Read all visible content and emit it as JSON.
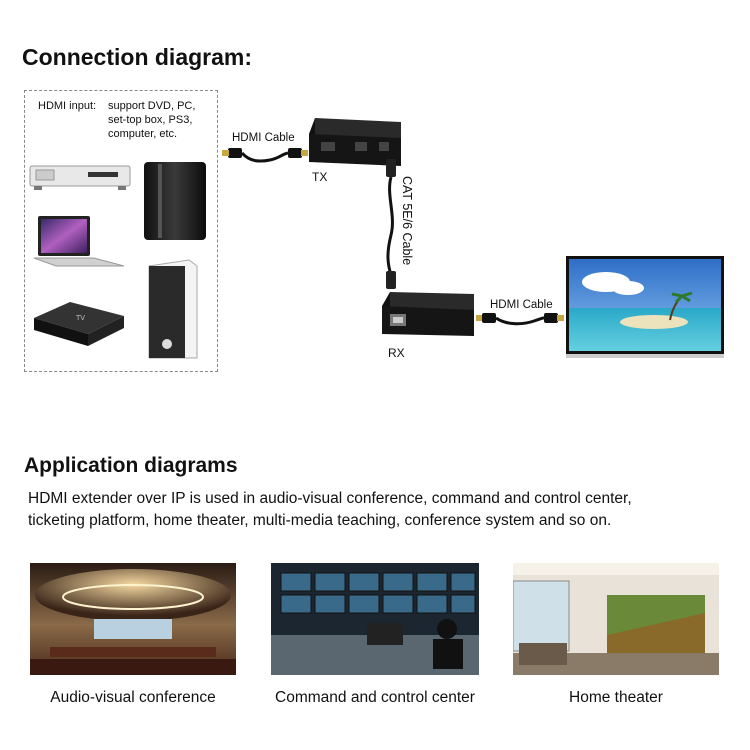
{
  "connection": {
    "title": "Connection diagram:",
    "hdmi_input_label": "HDMI input:",
    "support_text": [
      "support DVD, PC,",
      "set-top box, PS3,",
      "computer, etc."
    ],
    "hdmi_cable_tx_label": "HDMI Cable",
    "tx_label": "TX",
    "cat_cable_label": "CAT 5E/6 Cable",
    "rx_label": "RX",
    "hdmi_cable_rx_label": "HDMI Cable"
  },
  "application": {
    "title": "Application diagrams",
    "description_lines": [
      "HDMI extender over IP is used in audio-visual conference, command and control center,",
      "ticketing platform, home theater, multi-media teaching, conference system and so on."
    ],
    "captions": [
      "Audio-visual conference",
      "Command and control center",
      "Home theater"
    ]
  },
  "colors": {
    "device_black": "#1a1a1a",
    "tv_sky": "#3f7fd0",
    "beach_sand": "#e7dcb4"
  }
}
